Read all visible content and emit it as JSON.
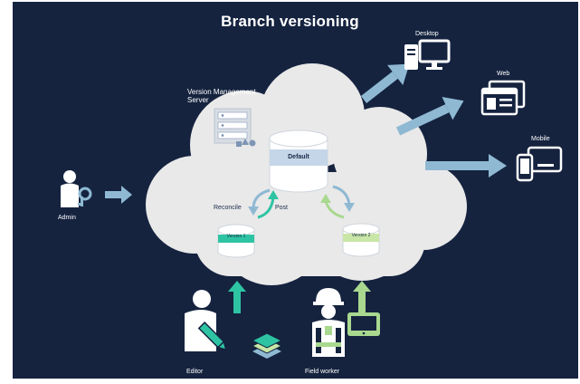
{
  "title": "Branch versioning",
  "nodes": {
    "server": {
      "label": "Version Management\nServer"
    },
    "default_db": {
      "label": "Default"
    },
    "version1": {
      "label": "Version 1"
    },
    "version2": {
      "label": "Version 2"
    },
    "admin": {
      "label": "Admin"
    },
    "editor": {
      "label": "Editor"
    },
    "field_worker": {
      "label": "Field worker"
    },
    "desktop": {
      "label": "Desktop"
    },
    "web": {
      "label": "Web"
    },
    "mobile": {
      "label": "Mobile"
    }
  },
  "edges": {
    "reconcile": {
      "label": "Reconcile"
    },
    "post": {
      "label": "Post"
    }
  },
  "colors": {
    "background": "#15233f",
    "cloud": "#e9e9e9",
    "arrow_blue": "#8fb9d3",
    "teal": "#2ec4a3",
    "light_green": "#a9d88f",
    "green_band": "#c8e6a6",
    "db_header": "#c5d6e8"
  },
  "icons": [
    "person-key-icon",
    "server-rack-icon",
    "database-icon",
    "desktop-computer-icon",
    "web-browser-icon",
    "mobile-devices-icon",
    "editor-pen-icon",
    "layers-map-icon",
    "field-worker-hardhat-icon",
    "tablet-icon"
  ]
}
